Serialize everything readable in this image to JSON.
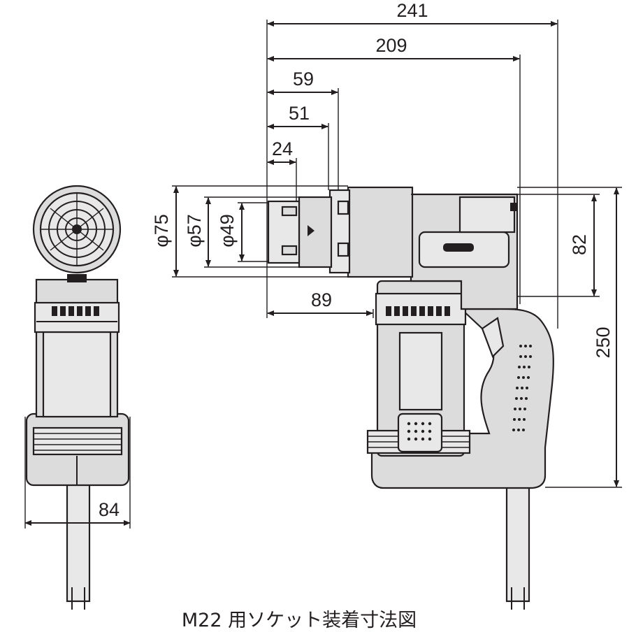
{
  "caption": "M22 用ソケット装着寸法図",
  "dimensions": {
    "overall_length": "241",
    "body_length": "209",
    "socket_59": "59",
    "socket_51": "51",
    "socket_24": "24",
    "grip_89": "89",
    "dia_75": "φ75",
    "dia_57": "φ57",
    "dia_49": "φ49",
    "head_82": "82",
    "height_250": "250",
    "width_84": "84"
  },
  "colors": {
    "line": "#231f20",
    "body": "#dcdcdc",
    "background": "#ffffff"
  }
}
